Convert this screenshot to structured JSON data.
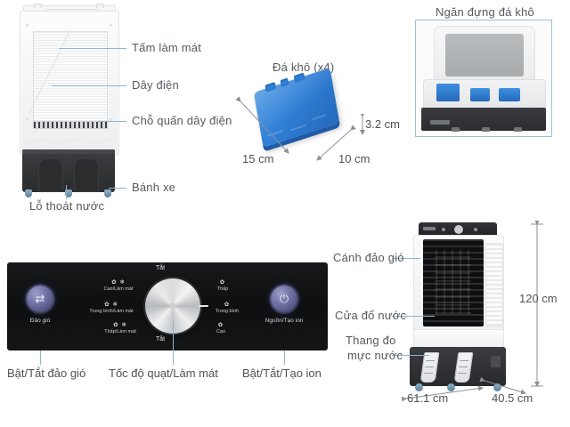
{
  "page": {
    "background": "#ffffff",
    "leader_color": "#8fb4cd",
    "text_color": "#555a5e"
  },
  "rear_view": {
    "callouts": [
      {
        "id": "cooling-pad",
        "label": "Tấm làm mát"
      },
      {
        "id": "power-cord",
        "label": "Dây điện"
      },
      {
        "id": "cord-winder",
        "label": "Chỗ quấn dây điện"
      },
      {
        "id": "wheels",
        "label": "Bánh xe"
      },
      {
        "id": "drain-hole",
        "label": "Lỗ thoát nước"
      }
    ]
  },
  "ice_pack": {
    "title": "Đá khô (x4)",
    "dimensions": {
      "length": "15 cm",
      "width": "10 cm",
      "thickness": "3.2 cm"
    }
  },
  "ice_compartment": {
    "title": "Ngăn đựng đá khô"
  },
  "control_panel": {
    "left_button": {
      "label": "Đảo gió",
      "caption": "Bật/Tắt đảo gió",
      "icon": "swing-fan-icon"
    },
    "right_button": {
      "label": "Nguồn/Tạo ion",
      "caption": "Bật/Tắt/Tạo ion",
      "icon": "power-ion-icon"
    },
    "dial": {
      "caption": "Tốc độ quạt/Làm mát",
      "off_top": "Tắt",
      "off_bottom": "Tắt",
      "left_marks": [
        {
          "label": "Cao/Làm mát",
          "icon": "fan-snow-icon"
        },
        {
          "label": "Trung bình/Làm mát",
          "icon": "fan-snow-icon"
        },
        {
          "label": "Thấp/Làm mát",
          "icon": "fan-snow-icon"
        }
      ],
      "right_marks": [
        {
          "label": "Thấp",
          "icon": "fan-icon"
        },
        {
          "label": "Trung bình",
          "icon": "fan-icon"
        },
        {
          "label": "Cao",
          "icon": "fan-icon"
        }
      ]
    }
  },
  "front_view": {
    "callouts": [
      {
        "id": "swing-louver",
        "label": "Cánh đảo gió"
      },
      {
        "id": "water-inlet",
        "label": "Cửa đổ nước"
      },
      {
        "id": "water-gauge",
        "label": "Thang đo\nmực nước",
        "line1": "Thang đo",
        "line2": "mực nước"
      }
    ],
    "dimensions": {
      "height": "120 cm",
      "width": "61.1 cm",
      "depth": "40.5 cm"
    }
  }
}
